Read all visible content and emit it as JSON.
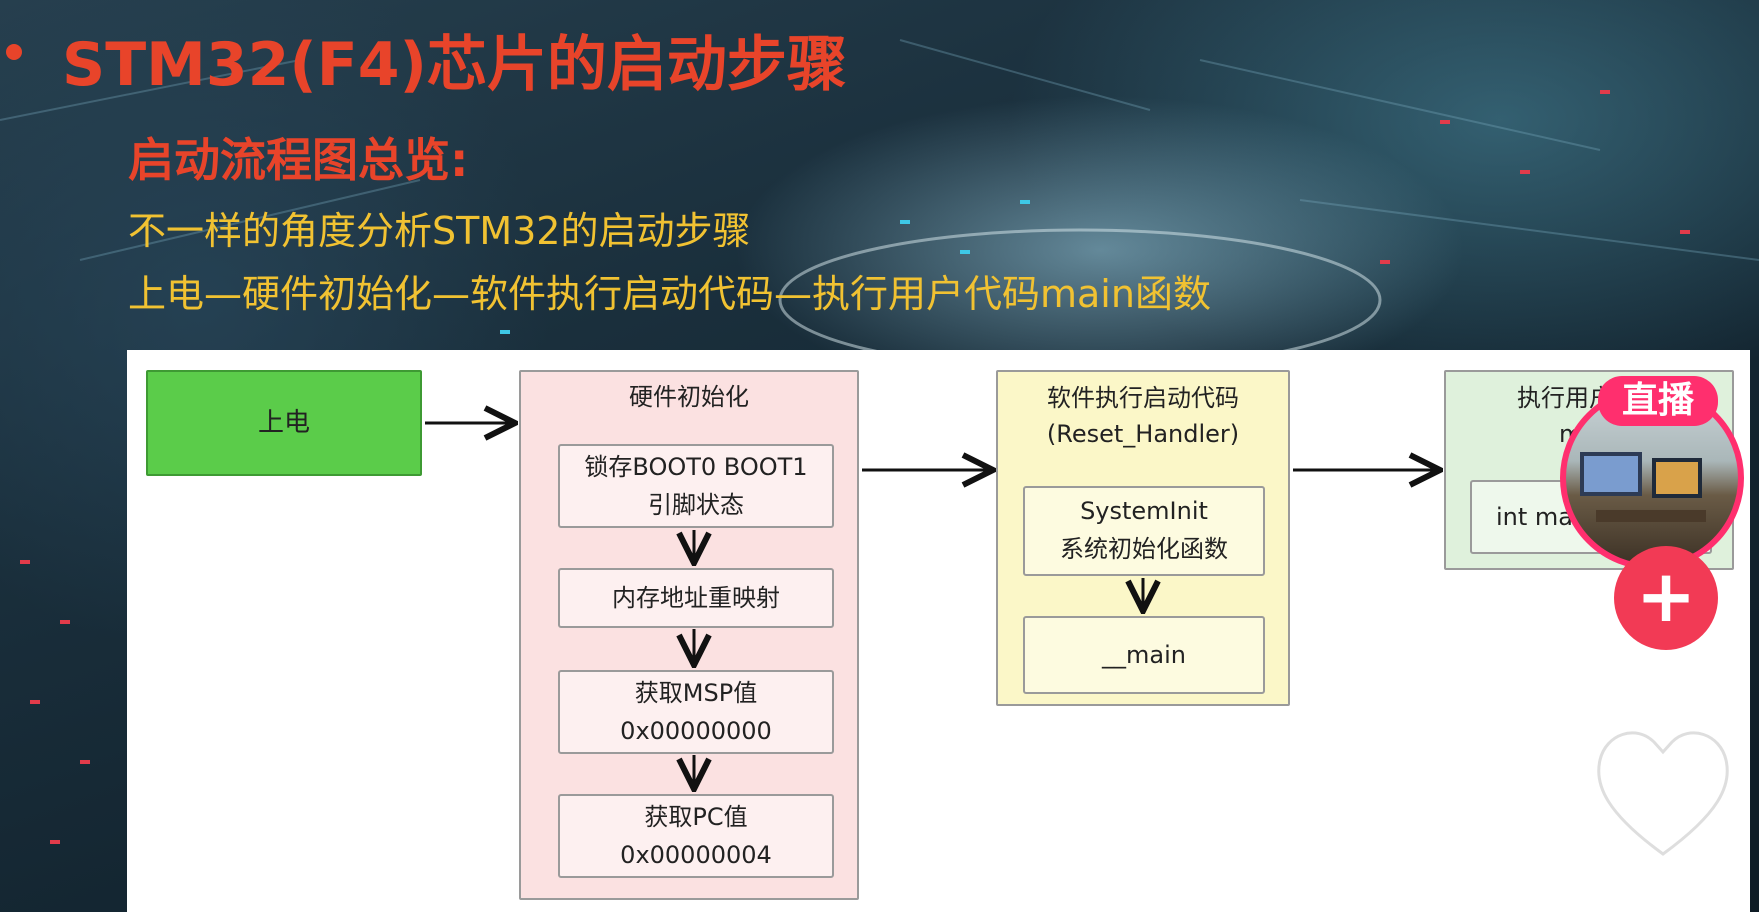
{
  "slide": {
    "title": "STM32(F4)芯片的启动步骤",
    "subheading": "启动流程图总览:",
    "line1": "不一样的角度分析STM32的启动步骤",
    "line2": "上电—硬件初始化—软件执行启动代码—执行用户代码main函数"
  },
  "flowchart": {
    "power_on": "上电",
    "hardware_init": {
      "title": "硬件初始化",
      "step1_line1": "锁存BOOT0 BOOT1",
      "step1_line2": "引脚状态",
      "step2": "内存地址重映射",
      "step3_line1": "获取MSP值",
      "step3_line2": "0x00000000",
      "step4_line1": "获取PC值",
      "step4_line2": "0x00000004"
    },
    "software_startup": {
      "title_line1": "软件执行启动代码",
      "title_line2": "(Reset_Handler)",
      "step1_line1": "SystemInit",
      "step1_line2": "系统初始化函数",
      "step2": "__main"
    },
    "user_code": {
      "title_line1": "执行用户程序",
      "title_line2": "main",
      "inner": "int main"
    }
  },
  "overlay": {
    "live_label": "直播",
    "plus_label": "+"
  },
  "colors": {
    "title_red": "#e8442a",
    "text_yellow": "#f1c232",
    "power_green": "#5bcc4a",
    "hw_pink": "#fbe1e1",
    "sw_yellow": "#fbf7c8",
    "user_green": "#dff1dc",
    "live_pink": "#ff2f6e"
  }
}
